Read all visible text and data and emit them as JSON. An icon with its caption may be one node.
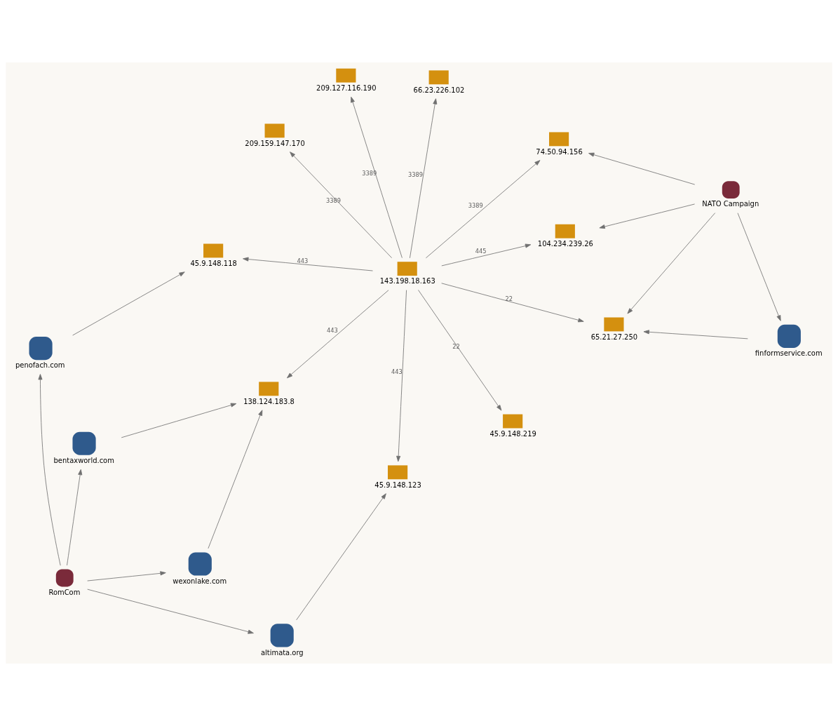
{
  "diagram": {
    "nodes": [
      {
        "text": [
          "bentaxworld.com"
        ]
      },
      {
        "text": [
          "wexonlake.com"
        ]
      },
      {
        "text": [
          "RomCom"
        ]
      },
      {
        "text": [
          "138.124.183.8"
        ]
      },
      {
        "text": [
          "66.23.226.102"
        ]
      },
      {
        "text": [
          "209.159.147.170"
        ]
      },
      {
        "text": [
          "altimata.org"
        ]
      },
      {
        "text": [
          "45.9.148.123"
        ]
      },
      {
        "text": [
          "45.9.148.219"
        ]
      },
      {
        "text": [
          "143.198.18.163"
        ]
      },
      {
        "text": [
          "penofach.com"
        ]
      },
      {
        "text": [
          "45.9.148.118"
        ]
      },
      {
        "text": [
          "65.21.27.250"
        ]
      },
      {
        "text": [
          "74.50.94.156"
        ]
      },
      {
        "text": [
          "209.127.116.190"
        ]
      },
      {
        "text": [
          "104.234.239.26"
        ]
      },
      {
        "text": [
          "finformservice.com"
        ]
      },
      {
        "text": [
          "NATO Campaign"
        ]
      }
    ],
    "edges": [
      {
        "from": 9,
        "to": 5,
        "arrow": "to",
        "label": "3389"
      },
      {
        "from": 9,
        "to": 4,
        "arrow": "to",
        "label": "3389"
      },
      {
        "from": 9,
        "to": 3,
        "arrow": "to",
        "label": "443"
      },
      {
        "from": 9,
        "to": 7,
        "arrow": "to",
        "label": "443"
      },
      {
        "from": 9,
        "to": 8,
        "arrow": "to",
        "label": "22"
      },
      {
        "from": 9,
        "to": 11,
        "arrow": "to",
        "label": "443"
      },
      {
        "from": 9,
        "to": 12,
        "arrow": "to",
        "label": "22"
      },
      {
        "from": 9,
        "to": 13,
        "arrow": "to",
        "label": "3389"
      },
      {
        "from": 9,
        "to": 15,
        "arrow": "to",
        "label": "445"
      },
      {
        "from": 9,
        "to": 14,
        "arrow": "to",
        "label": "3389"
      },
      {
        "from": 2,
        "to": 0,
        "arrow": "to"
      },
      {
        "from": 2,
        "to": 1,
        "arrow": "to"
      },
      {
        "from": 2,
        "to": 6,
        "arrow": "to"
      },
      {
        "from": 2,
        "to": 10,
        "arrow": "to"
      },
      {
        "from": 0,
        "to": 3,
        "arrow": "to"
      },
      {
        "from": 1,
        "to": 3,
        "arrow": "to"
      },
      {
        "from": 6,
        "to": 7,
        "arrow": "to"
      },
      {
        "from": 10,
        "to": 11,
        "arrow": "to"
      },
      {
        "from": 17,
        "to": 16,
        "arrow": "to"
      },
      {
        "from": 17,
        "to": 12,
        "arrow": "to"
      },
      {
        "from": 17,
        "to": 13,
        "arrow": "to"
      },
      {
        "from": 17,
        "to": 15,
        "arrow": "to"
      },
      {
        "from": 16,
        "to": 12,
        "arrow": "to"
      }
    ]
  }
}
